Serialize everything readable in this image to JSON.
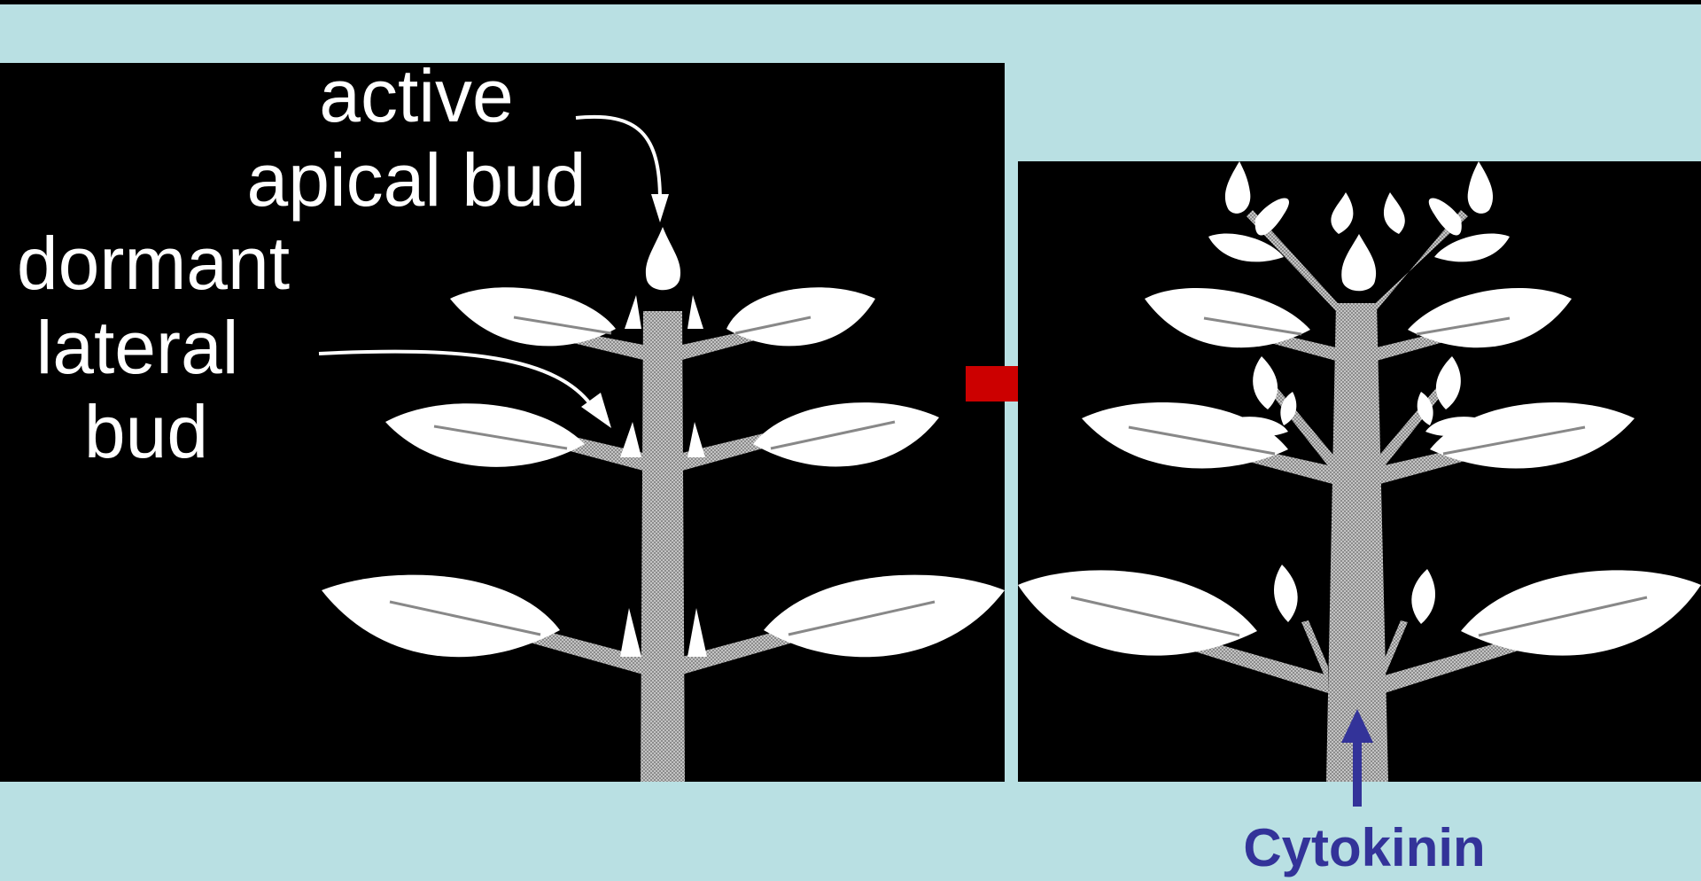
{
  "labels": {
    "apical_line1": "active",
    "apical_line2": "apical bud",
    "lateral_line1": "dormant",
    "lateral_line2": "lateral",
    "lateral_line3": "bud",
    "hormone": "Cytokinin"
  },
  "colors": {
    "background": "#b9e0e3",
    "panel": "#000000",
    "plant": "#ffffff",
    "stem": "#9a9a9a",
    "transition_arrow": "#cc0000",
    "hormone": "#333399"
  },
  "icons": {
    "transition": "right-arrow-icon",
    "hormone_source": "up-arrow-icon"
  }
}
